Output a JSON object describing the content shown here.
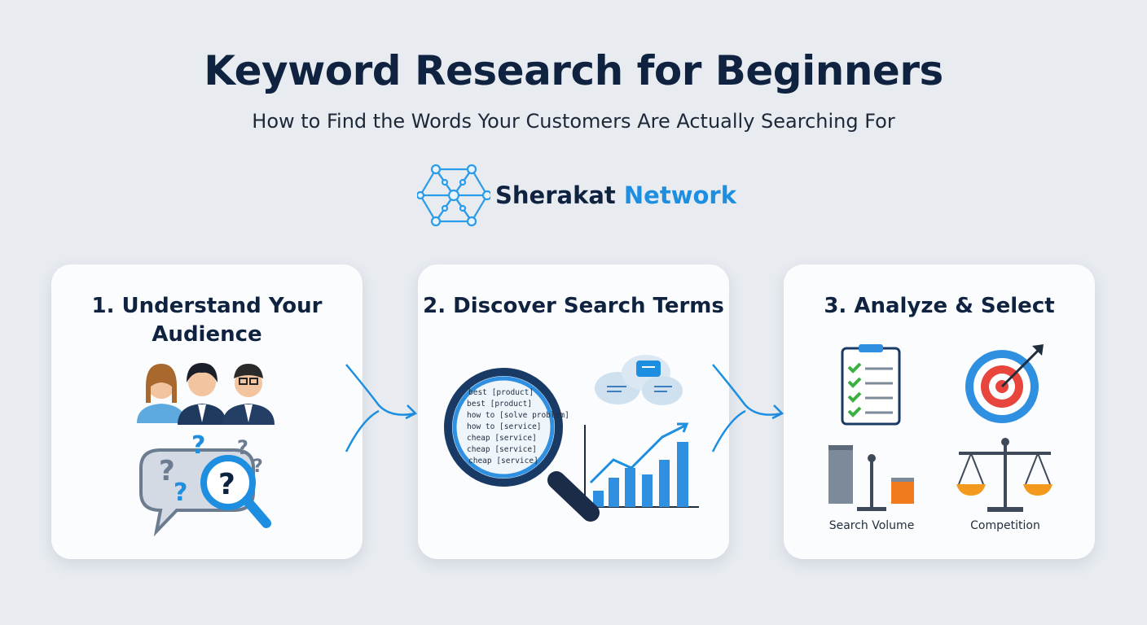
{
  "header": {
    "title": "Keyword Research for Beginners",
    "subtitle": "How to Find the Words Your Customers Are Actually Searching For"
  },
  "logo": {
    "name_dark": "Sherakat",
    "name_blue": "Network",
    "icon": "network-hexagon-icon"
  },
  "colors": {
    "background": "#e8ecf1",
    "navy": "#0f2340",
    "accent_blue": "#1e8ee0",
    "green": "#3cb043",
    "orange": "#f39a1e",
    "red": "#e8463c"
  },
  "steps": [
    {
      "title": "1. Understand Your Audience",
      "icons": [
        "people-group-icon",
        "question-bubble-icon",
        "magnifier-question-icon"
      ]
    },
    {
      "title": "2. Discover Search Terms",
      "icons": [
        "magnifier-icon",
        "chat-cloud-icon",
        "bar-chart-trend-icon"
      ],
      "search_terms": [
        "best [product]",
        "best [product]",
        "how to [solve problem]",
        "how to [service]",
        "cheap [service]",
        "cheap [service]",
        "cheap [service]"
      ]
    },
    {
      "title": "3. Analyze & Select",
      "icons": [
        "checklist-icon",
        "target-icon",
        "bar-compare-icon",
        "balance-scale-icon"
      ],
      "labels": [
        "Search Volume",
        "Competition"
      ]
    }
  ]
}
